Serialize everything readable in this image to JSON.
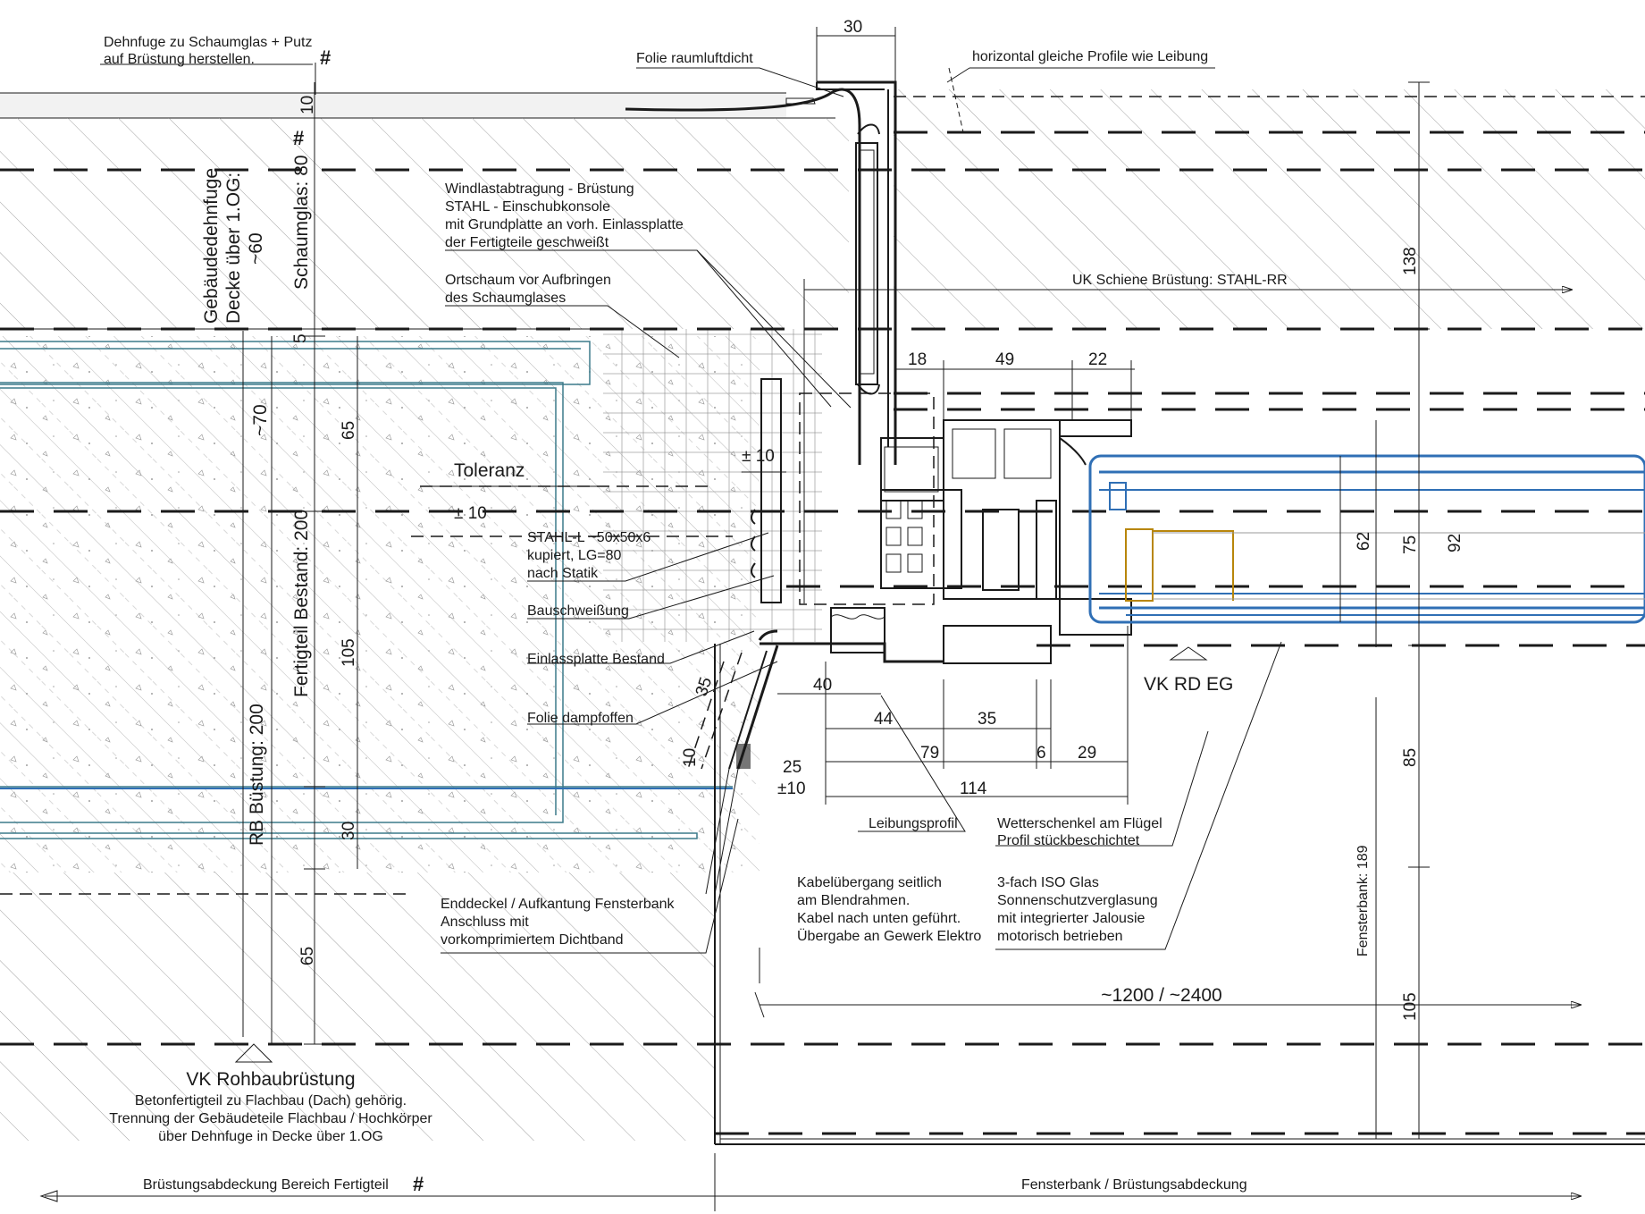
{
  "labels": {
    "dehnfuge_1": "Dehnfuge zu Schaumglas + Putz",
    "dehnfuge_2": "auf Brüstung herstellen.",
    "folie_raumluftdicht": "Folie raumluftdicht",
    "horizontal_profile": "horizontal gleiche Profile wie Leibung",
    "windlast_1": "Windlastabtragung - Brüstung",
    "windlast_2": "STAHL - Einschubkonsole",
    "windlast_3": "mit Grundplatte an vorh. Einlassplatte",
    "windlast_4": "der Fertigteile geschweißt",
    "ortschaum_1": "Ortschaum vor Aufbringen",
    "ortschaum_2": "des Schaumglases",
    "uk_schiene": "UK Schiene Brüstung:  STAHL-RR",
    "toleranz": "Toleranz",
    "stahl_l_1": "STAHL-L ~50x50x6",
    "stahl_l_2": "kupiert, LG=80",
    "stahl_l_3": "nach Statik",
    "bauschweissung": "Bauschweißung",
    "einlassplatte": "Einlassplatte Bestand",
    "folie_dampfoffen": "Folie dampfoffen",
    "vk_rd_eg": "VK RD EG",
    "leibungsprofil": "Leibungsprofil",
    "wetterschenkel_1": "Wetterschenkel am Flügel",
    "wetterschenkel_2": "Profil stückbeschichtet",
    "kabel_1": "Kabelübergang seitlich",
    "kabel_2": "am Blendrahmen.",
    "kabel_3": "Kabel nach unten geführt.",
    "kabel_4": "Übergabe an Gewerk Elektro",
    "glas_1": "3-fach ISO Glas",
    "glas_2": "Sonnenschutzverglasung",
    "glas_3": "mit integrierter Jalousie",
    "glas_4": "motorisch betrieben",
    "enddeckel_1": "Enddeckel / Aufkantung Fensterbank",
    "enddeckel_2": "Anschluss mit",
    "enddeckel_3": "vorkomprimiertem Dichtband",
    "vk_rohbau": "VK Rohbaubrüstung",
    "beton_1": "Betonfertigteil zu Flachbau (Dach) gehörig.",
    "beton_2": "Trennung der Gebäudeteile Flachbau / Hochkörper",
    "beton_3": "über Dehnfuge in Decke über 1.OG",
    "bruestungsabdeckung": "Brüstungsabdeckung Bereich Fertigteil",
    "fensterbank_abdeckung": "Fensterbank / Brüstungsabdeckung",
    "span": "~1200 / ~2400",
    "hash": "#"
  },
  "vertical_labels": {
    "gebaeude_1": "Gebäudedehnfuge",
    "gebaeude_2": "Decke über 1.OG:",
    "gebaeude_3": "~60",
    "schaumglas": "Schaumglas: 80",
    "approx70": "~70",
    "fertigteil": "Fertigteil Bestand: 200",
    "rb_buestung": "RB Büstung: 200",
    "fensterbank": "Fensterbank: 189"
  },
  "dimensions": {
    "d30_top": "30",
    "d10_top": "10",
    "d5": "5",
    "d65_a": "65",
    "d105_a": "105",
    "d30_b": "30",
    "d65_b": "65",
    "d18": "18",
    "d49": "49",
    "d22": "22",
    "d138": "138",
    "d62": "62",
    "d75": "75",
    "d92": "92",
    "d85": "85",
    "d105_b": "105",
    "tol10_a": "± 10",
    "tol10_b": "± 10",
    "d35_diag": "35",
    "d10_diag": "10",
    "d40": "40",
    "d44": "44",
    "d35": "35",
    "d79": "79",
    "d6": "6",
    "d29": "29",
    "d25": "25",
    "tol10_c": "±10",
    "d114": "114"
  },
  "colors": {
    "line": "#1a1a1a",
    "glass_blue": "#2f6fb5",
    "insulation_teal": "#3c7a8a",
    "blind_gold": "#b8860b"
  }
}
